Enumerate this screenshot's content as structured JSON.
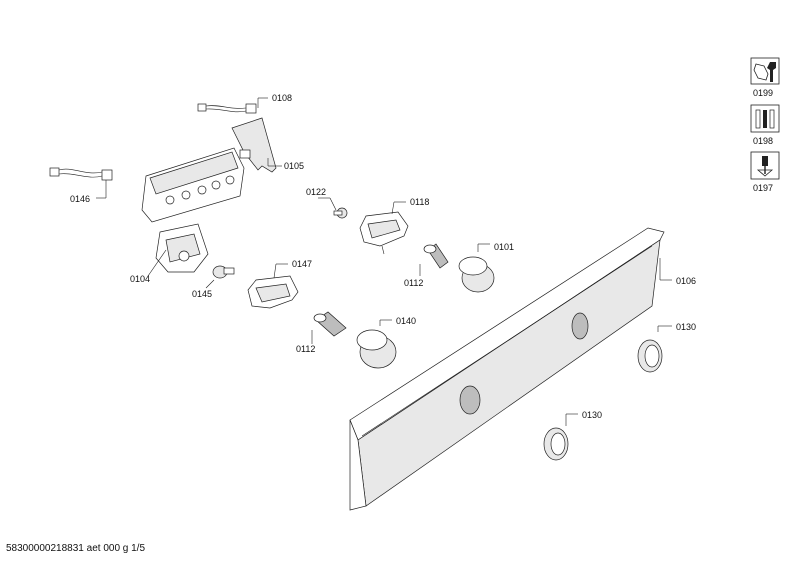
{
  "diagram": {
    "labels": {
      "p0108": "0108",
      "p0105": "0105",
      "p0146": "0146",
      "p0122": "0122",
      "p0118": "0118",
      "p0101": "0101",
      "p0104": "0104",
      "p0145": "0145",
      "p0147": "0147",
      "p0112a": "0112",
      "p0112b": "0112",
      "p0140": "0140",
      "p0106": "0106",
      "p0130a": "0130",
      "p0130b": "0130"
    },
    "tools": [
      {
        "icon": "wrench-screwdriver-icon",
        "label": "0199"
      },
      {
        "icon": "tools-set-icon",
        "label": "0198"
      },
      {
        "icon": "screwdriver-icon",
        "label": "0197"
      }
    ],
    "footer": "58300000218831 aet 000 g 1/5"
  }
}
